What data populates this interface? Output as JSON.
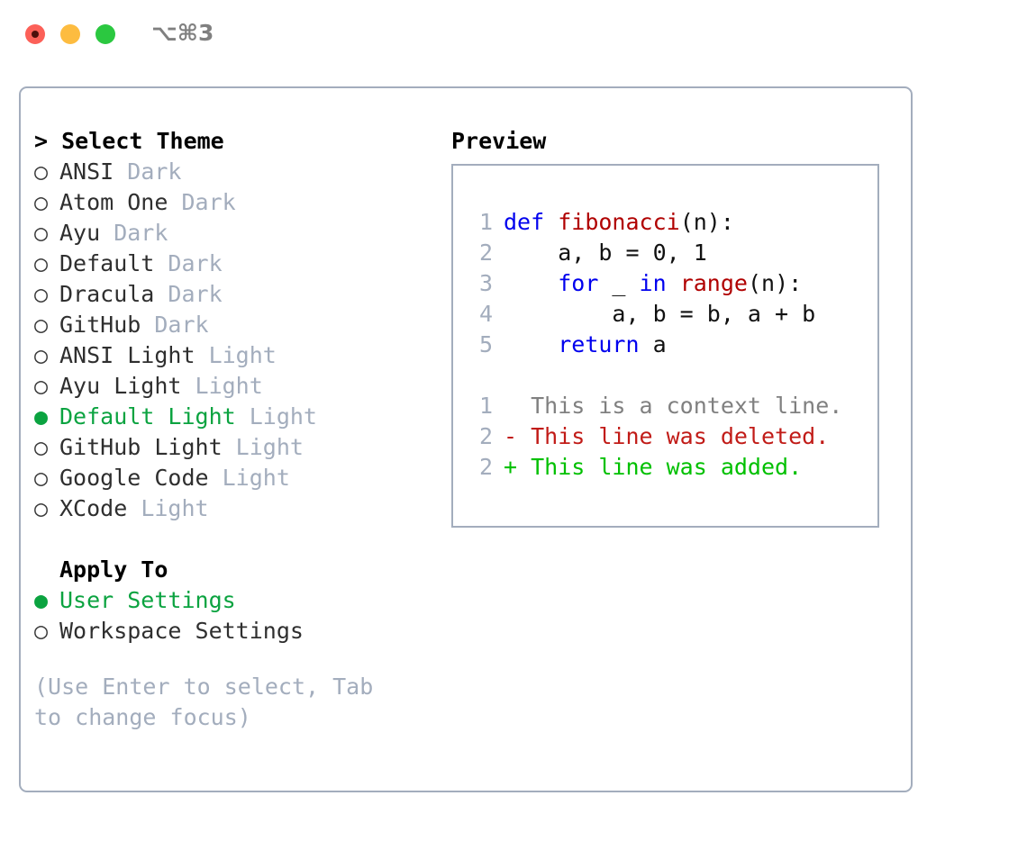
{
  "window": {
    "title": "⌥⌘3",
    "traffic_lights": [
      {
        "name": "close",
        "color": "#fc6058"
      },
      {
        "name": "minimize",
        "color": "#fdbc40"
      },
      {
        "name": "maximize",
        "color": "#2bc840"
      }
    ]
  },
  "colors": {
    "accent_green": "#0ba340",
    "muted": "#a3adbd",
    "keyword_blue": "#0000ee",
    "function_red": "#b00000",
    "diff_add": "#00c000",
    "diff_del": "#c11b17",
    "border": "#a3adbd"
  },
  "theme_panel": {
    "header_prefix": "> ",
    "header": "Select Theme",
    "bullet_unselected": "○ ",
    "bullet_selected": "● ",
    "items": [
      {
        "name": "ANSI",
        "tag": "Dark",
        "selected": false
      },
      {
        "name": "Atom One",
        "tag": "Dark",
        "selected": false
      },
      {
        "name": "Ayu",
        "tag": "Dark",
        "selected": false
      },
      {
        "name": "Default",
        "tag": "Dark",
        "selected": false
      },
      {
        "name": "Dracula",
        "tag": "Dark",
        "selected": false
      },
      {
        "name": "GitHub",
        "tag": "Dark",
        "selected": false
      },
      {
        "name": "ANSI Light",
        "tag": "Light",
        "selected": false
      },
      {
        "name": "Ayu Light",
        "tag": "Light",
        "selected": false
      },
      {
        "name": "Default Light",
        "tag": "Light",
        "selected": true
      },
      {
        "name": "GitHub Light",
        "tag": "Light",
        "selected": false
      },
      {
        "name": "Google Code",
        "tag": "Light",
        "selected": false
      },
      {
        "name": "XCode",
        "tag": "Light",
        "selected": false
      }
    ]
  },
  "apply_to": {
    "header": "Apply To",
    "items": [
      {
        "name": "User Settings",
        "selected": true
      },
      {
        "name": "Workspace Settings",
        "selected": false
      }
    ]
  },
  "hint": "(Use Enter to select, Tab to change focus)",
  "preview": {
    "title": "Preview",
    "code_lines": [
      {
        "no": "1",
        "tokens": [
          {
            "t": "def ",
            "c": "kw"
          },
          {
            "t": "fibonacci",
            "c": "fn"
          },
          {
            "t": "(n):",
            "c": "plain"
          }
        ]
      },
      {
        "no": "2",
        "tokens": [
          {
            "t": "    a, b = 0, 1",
            "c": "plain"
          }
        ]
      },
      {
        "no": "3",
        "tokens": [
          {
            "t": "    ",
            "c": "plain"
          },
          {
            "t": "for",
            "c": "kw"
          },
          {
            "t": " _ ",
            "c": "plain"
          },
          {
            "t": "in",
            "c": "kw"
          },
          {
            "t": " ",
            "c": "plain"
          },
          {
            "t": "range",
            "c": "fn"
          },
          {
            "t": "(n):",
            "c": "plain"
          }
        ]
      },
      {
        "no": "4",
        "tokens": [
          {
            "t": "        a, b = b, a + b",
            "c": "plain"
          }
        ]
      },
      {
        "no": "5",
        "tokens": [
          {
            "t": "    ",
            "c": "plain"
          },
          {
            "t": "return",
            "c": "kw"
          },
          {
            "t": " a",
            "c": "plain"
          }
        ]
      }
    ],
    "diff_lines": [
      {
        "no": "1",
        "marker": " ",
        "text": " This is a context line.",
        "kind": "ctx"
      },
      {
        "no": "2",
        "marker": "-",
        "text": " This line was deleted.",
        "kind": "del"
      },
      {
        "no": "2",
        "marker": "+",
        "text": " This line was added.",
        "kind": "add"
      }
    ]
  }
}
